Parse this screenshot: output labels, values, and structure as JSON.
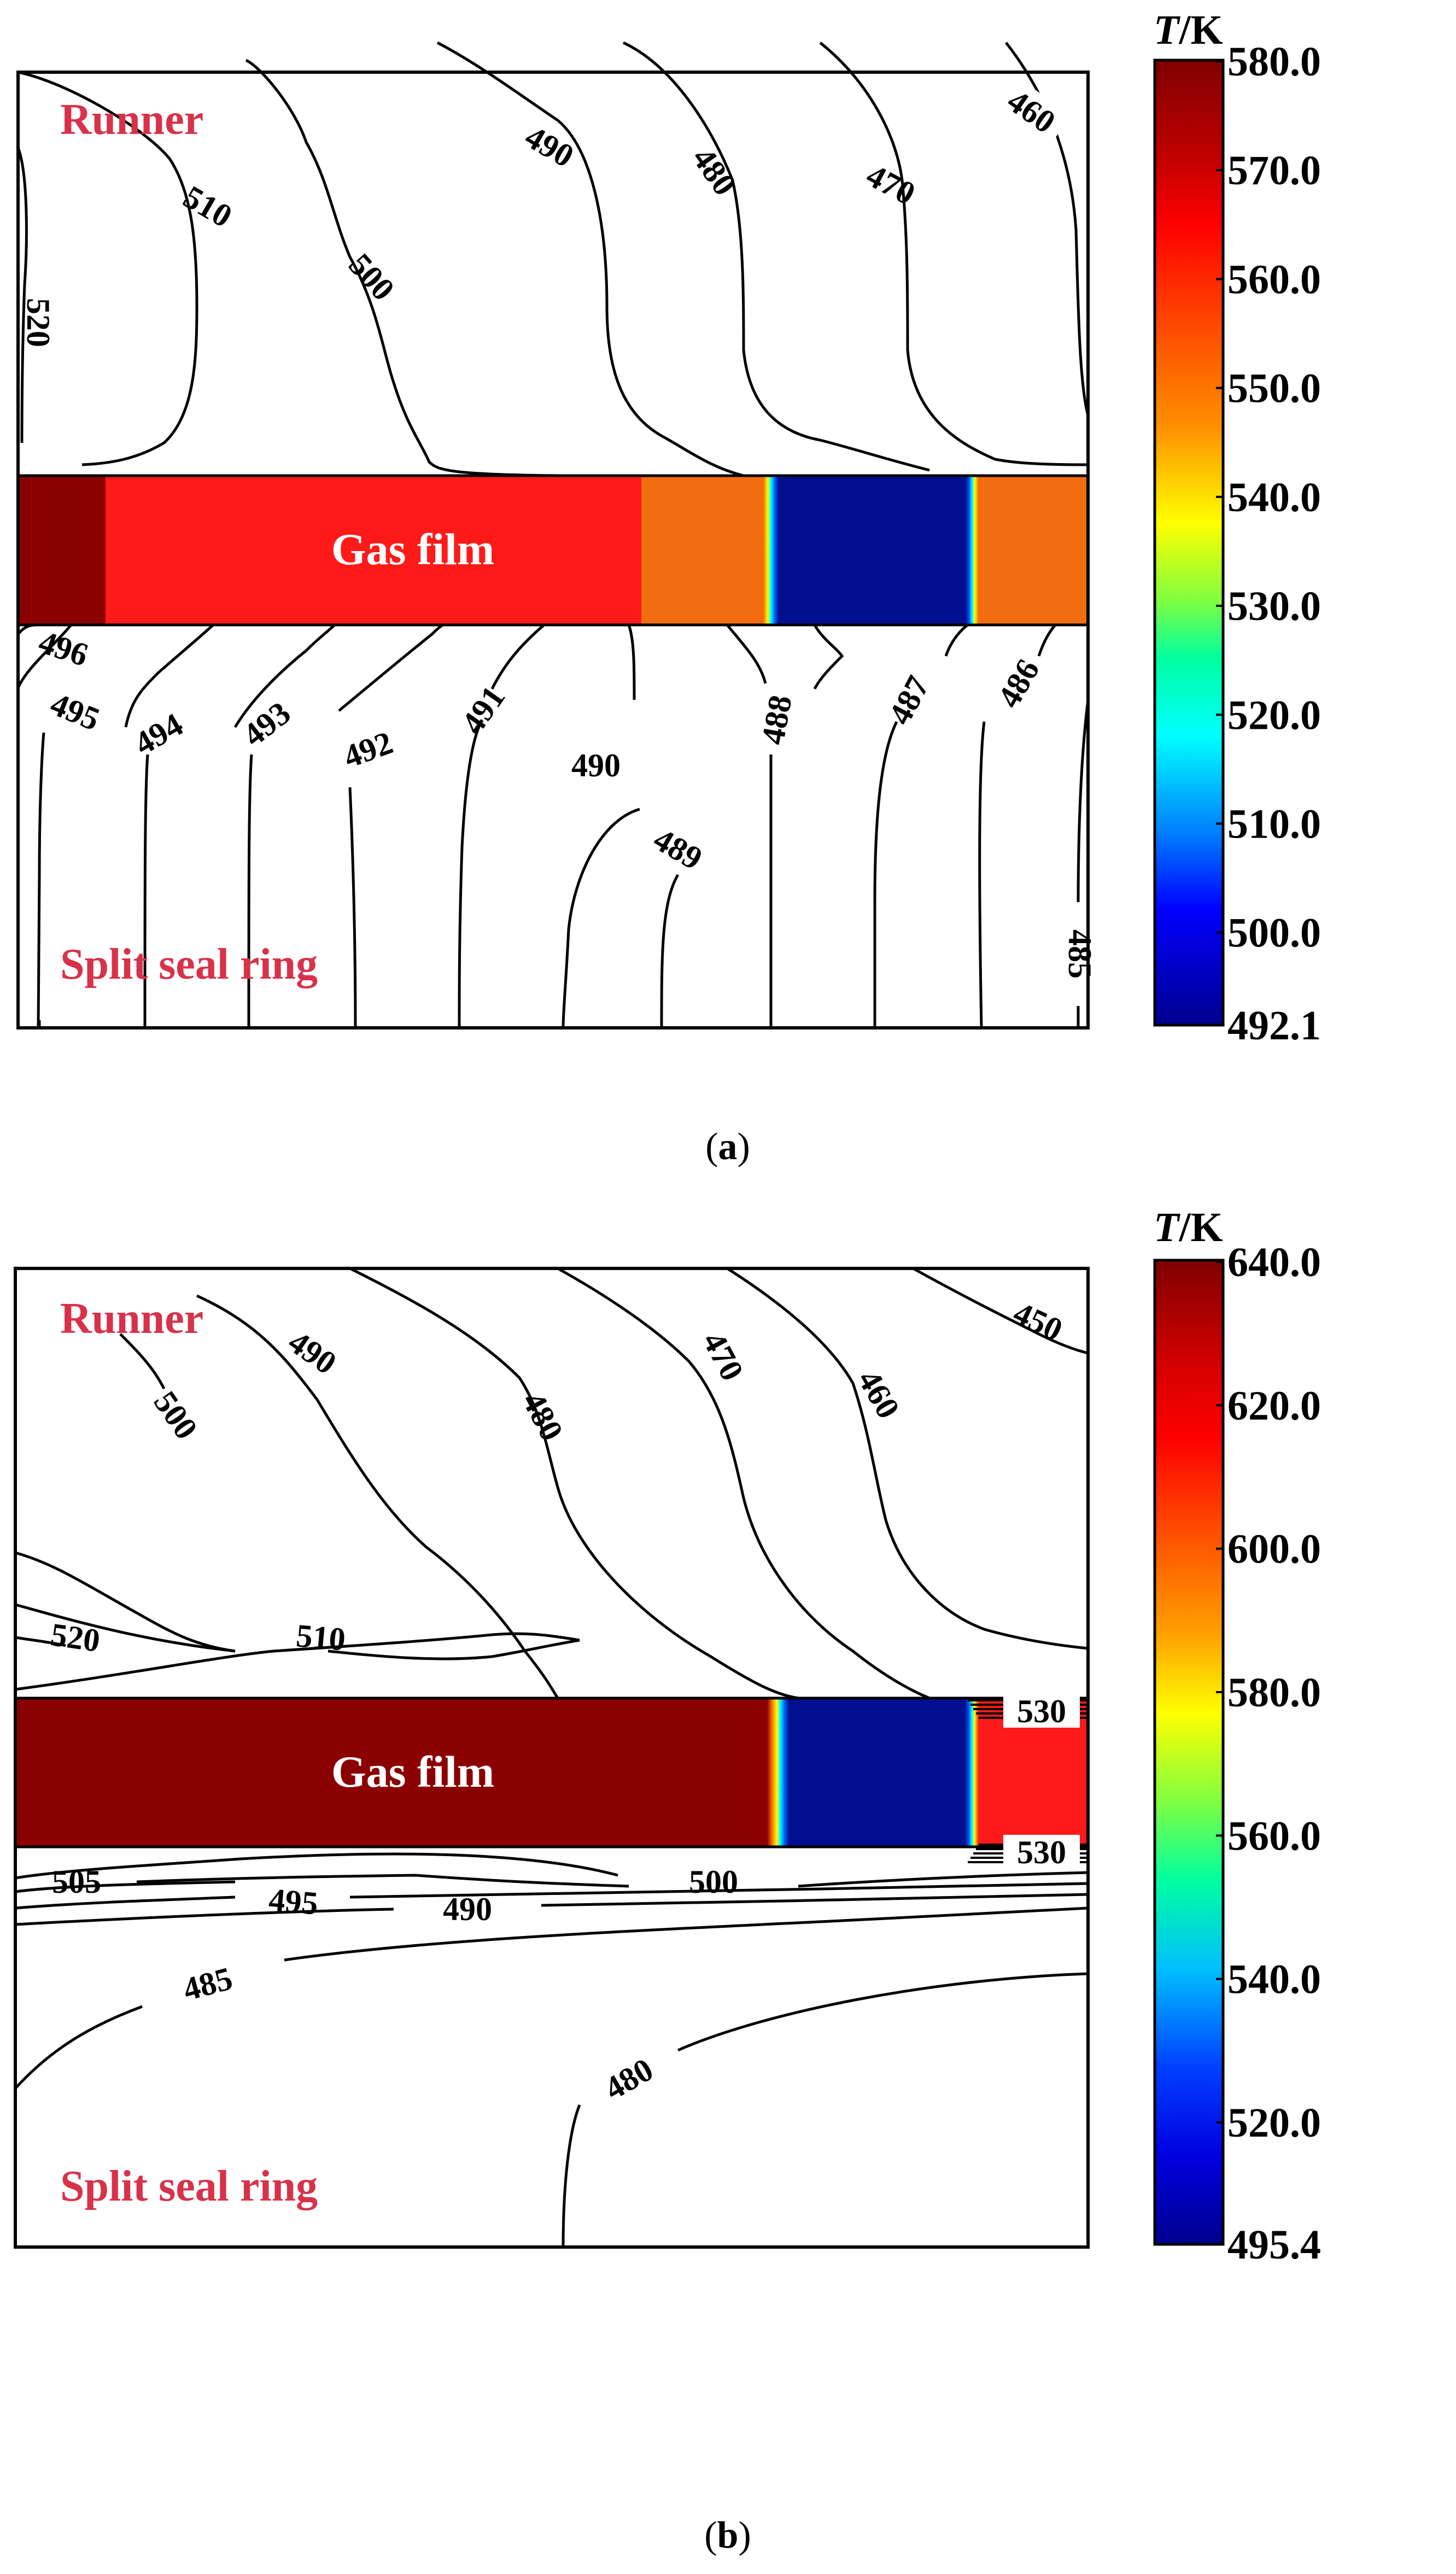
{
  "panels": [
    {
      "id": "a",
      "caption_open": "(",
      "caption_letter": "a",
      "caption_close": ")",
      "region_top": "Runner",
      "region_bottom": "Split seal ring",
      "film_label": "Gas film",
      "colorbar": {
        "unit_italic": "T",
        "unit_rest": "/K",
        "ticks": [
          "580.0",
          "570.0",
          "560.0",
          "550.0",
          "540.0",
          "530.0",
          "520.0",
          "510.0",
          "500.0",
          "492.1"
        ],
        "colors": [
          "#7f0000",
          "#ff0000",
          "#ff7a00",
          "#ffff00",
          "#00ff80",
          "#00ffff",
          "#0080ff",
          "#0000ff",
          "#00008f"
        ]
      },
      "film_colors": [
        "#8b0000",
        "#ff1a1a",
        "#f26c10",
        "#00a0ff",
        "#000f8f",
        "#00c0ff",
        "#f26c10"
      ],
      "contour_labels": [
        "520",
        "510",
        "500",
        "490",
        "480",
        "470",
        "460",
        "496",
        "495",
        "494",
        "493",
        "492",
        "491",
        "490",
        "489",
        "488",
        "487",
        "486",
        "485"
      ]
    },
    {
      "id": "b",
      "caption_open": "(",
      "caption_letter": "b",
      "caption_close": ")",
      "region_top": "Runner",
      "region_bottom": "Split seal ring",
      "film_label": "Gas film",
      "colorbar": {
        "unit_italic": "T",
        "unit_rest": "/K",
        "ticks": [
          "640.0",
          "620.0",
          "600.0",
          "580.0",
          "560.0",
          "540.0",
          "520.0",
          "495.4"
        ],
        "colors": [
          "#7f0000",
          "#ff0000",
          "#ff8000",
          "#ffff00",
          "#40ff80",
          "#00c0ff",
          "#0040ff",
          "#00008f"
        ]
      },
      "film_colors": [
        "#8b0000",
        "#00a0ff",
        "#000f8f",
        "#ff1a1a"
      ],
      "contour_labels": [
        "450",
        "460",
        "470",
        "480",
        "490",
        "500",
        "510",
        "520",
        "530",
        "530",
        "505",
        "500",
        "495",
        "490",
        "485",
        "480"
      ]
    }
  ]
}
